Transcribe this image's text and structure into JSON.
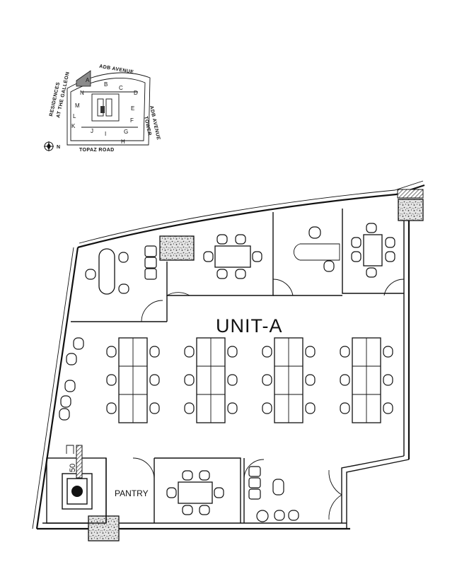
{
  "keyplan": {
    "street_top": "ADB AVENUE",
    "street_bottom": "TOPAZ ROAD",
    "side_left_1": "RESIDENCES",
    "side_left_2": "AT THE GALLEON",
    "side_right_1": "ADB AVENUE",
    "side_right_2": "TOWER",
    "north": "N",
    "units": [
      "A",
      "B",
      "C",
      "D",
      "E",
      "F",
      "G",
      "H",
      "I",
      "J",
      "K",
      "L",
      "M",
      "N"
    ],
    "highlighted_unit": "A",
    "highlight_color": "#8a8a8a"
  },
  "floorplan": {
    "unit_label": "UNIT-A",
    "pantry_label": "PANTRY",
    "riser_number": "50"
  },
  "colors": {
    "wall": "#111111",
    "background": "#ffffff",
    "column_fill": "#d9d9d9"
  }
}
